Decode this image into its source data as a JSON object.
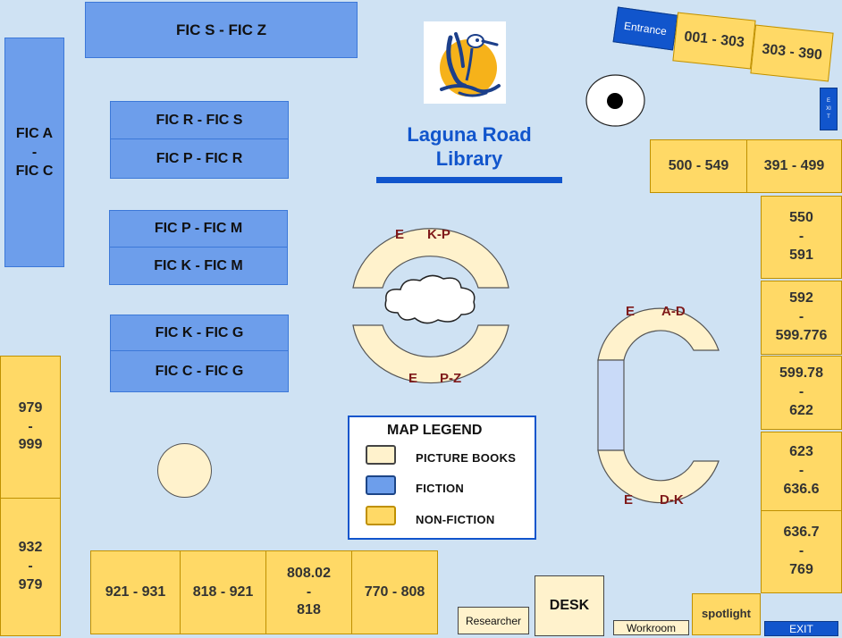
{
  "title": "Laguna Road\nLibrary",
  "fiction_shelves": {
    "fic_s_z": "FIC S - FIC Z",
    "fic_a_c": "FIC A\n-\nFIC C",
    "fic_r_s": "FIC R - FIC S",
    "fic_p_r": "FIC P - FIC R",
    "fic_p_m": "FIC P - FIC M",
    "fic_k_m": "FIC K - FIC M",
    "fic_k_g": "FIC K - FIC G",
    "fic_c_g": "FIC C - FIC G"
  },
  "nonfiction_shelves": {
    "s001_303": "001 - 303",
    "s303_390": "303 - 390",
    "s500_549": "500 - 549",
    "s391_499": "391 - 499",
    "s550_591": "550\n-\n591",
    "s592_599776": "592\n-\n599.776",
    "s59978_622": "599.78\n-\n622",
    "s623_6366": "623\n-\n636.6",
    "s6367_769": "636.7\n-\n769",
    "s979_999": "979\n-\n999",
    "s932_979": "932\n-\n979",
    "s921_931": "921 - 931",
    "s818_921": "818 - 921",
    "s80802_818": "808.02\n-\n818",
    "s770_808": "770 - 808"
  },
  "picture_books": {
    "e_kp_e": "E",
    "e_kp_range": "K-P",
    "e_pz_e": "E",
    "e_pz_range": "P-Z",
    "e_ad_e": "E",
    "e_ad_range": "A-D",
    "e_dk_e": "E",
    "e_dk_range": "D-K"
  },
  "labels": {
    "entrance": "Entrance",
    "exit_side": "EXIT",
    "exit_bottom": "EXIT",
    "desk": "DESK",
    "researcher": "Researcher",
    "workroom": "Workroom",
    "spotlight": "spotlight"
  },
  "legend": {
    "title": "MAP LEGEND",
    "items": [
      {
        "label": "PICTURE BOOKS",
        "color": "#fff2cc",
        "border": "#444444"
      },
      {
        "label": "FICTION",
        "color": "#6d9eeb",
        "border": "#1c4587"
      },
      {
        "label": "NON-FICTION",
        "color": "#ffd966",
        "border": "#bf9000"
      }
    ]
  },
  "colors": {
    "background": "#cfe2f3",
    "fiction": "#6d9eeb",
    "nonfiction": "#ffd966",
    "picture_books": "#fff2cc",
    "title_blue": "#1155cc"
  },
  "icons": {
    "logo": "roadrunner-logo-icon",
    "cloud": "cloud-icon",
    "camera": "camera-icon"
  }
}
